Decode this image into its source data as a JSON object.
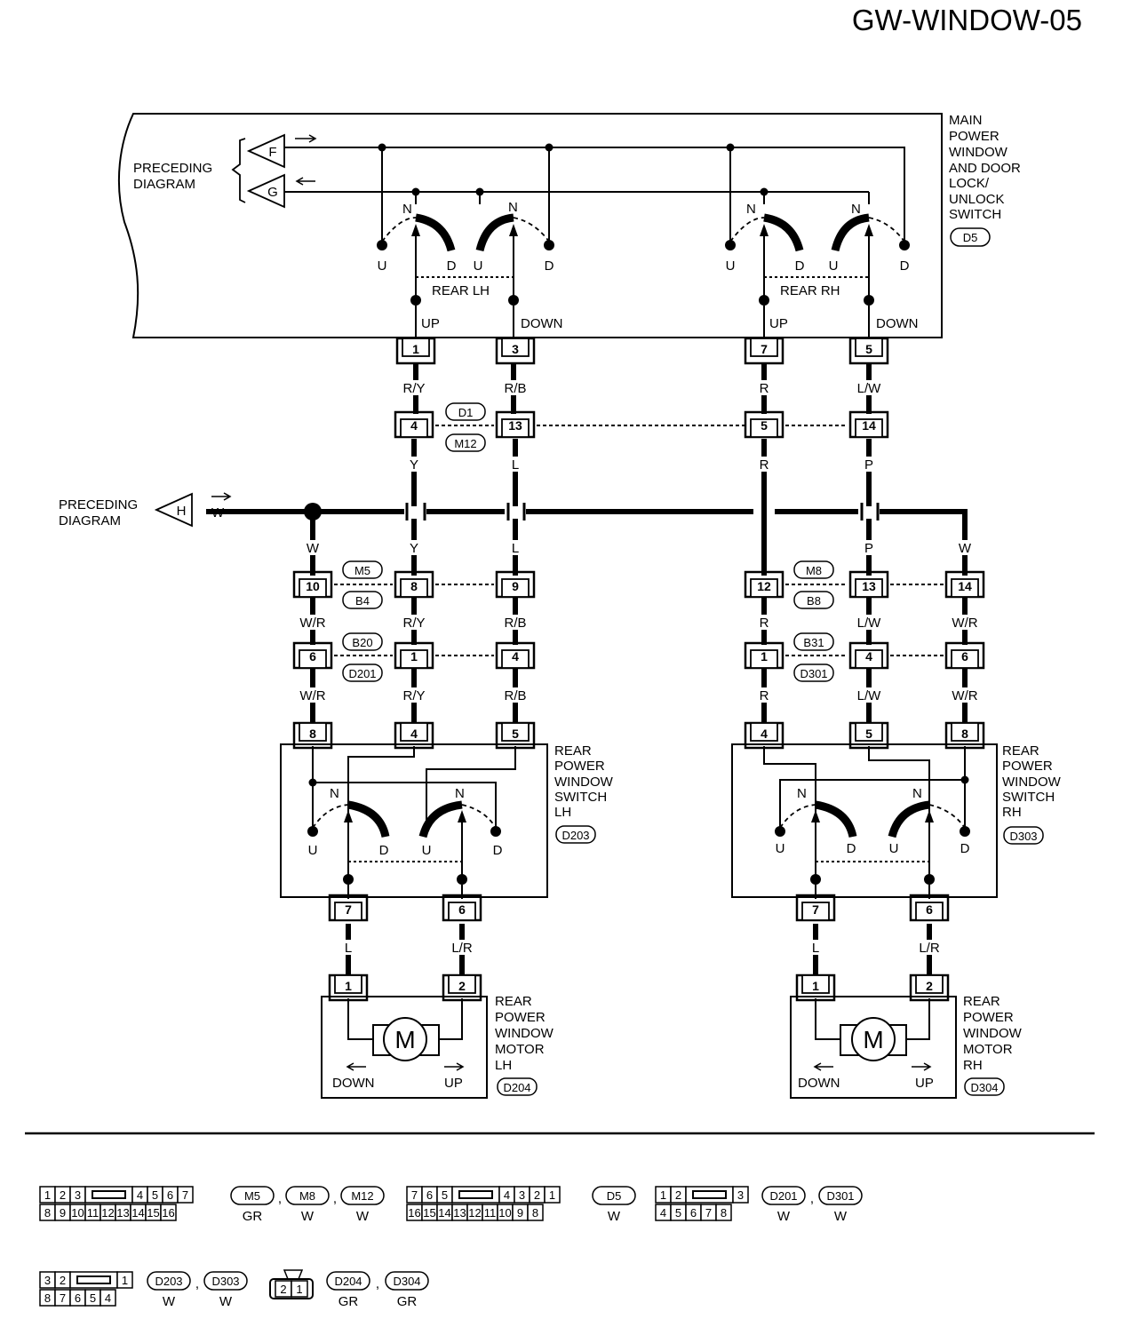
{
  "title": "GW-WINDOW-05",
  "main_switch": {
    "label": [
      "MAIN",
      "POWER",
      "WINDOW",
      "AND DOOR",
      "LOCK/",
      "UNLOCK",
      "SWITCH"
    ],
    "connector": "D5",
    "preceding": [
      "PRECEDING",
      "DIAGRAM"
    ],
    "input_f": "F",
    "input_g": "G",
    "rear_lh": "REAR LH",
    "rear_rh": "REAR RH",
    "n": "N",
    "u": "U",
    "d": "D",
    "up": "UP",
    "down": "DOWN",
    "pins": [
      "1",
      "3",
      "7",
      "5"
    ]
  },
  "wires_main": [
    "R/Y",
    "R/B",
    "R",
    "L/W"
  ],
  "joint1": {
    "pins": [
      "4",
      "13",
      "5",
      "14"
    ],
    "conn_top": "D1",
    "conn_bottom": "M12",
    "wires_below": [
      "Y",
      "L",
      "R",
      "P"
    ]
  },
  "bus": {
    "preceding": [
      "PRECEDING",
      "DIAGRAM"
    ],
    "input_h": "H",
    "wire": "W"
  },
  "wires_drop": [
    "W",
    "Y",
    "L",
    "P",
    "W"
  ],
  "joint2": {
    "lh_pins": [
      "10",
      "8",
      "9"
    ],
    "lh_top": "M5",
    "lh_bottom": "B4",
    "rh_pins": [
      "12",
      "13",
      "14"
    ],
    "rh_top": "M8",
    "rh_bottom": "B8",
    "lh_wires": [
      "W/R",
      "R/Y",
      "R/B"
    ],
    "rh_wires": [
      "R",
      "L/W",
      "W/R"
    ]
  },
  "joint3": {
    "lh_pins": [
      "6",
      "1",
      "4"
    ],
    "lh_top": "B20",
    "lh_bottom": "D201",
    "rh_pins": [
      "1",
      "4",
      "6"
    ],
    "rh_top": "B31",
    "rh_bottom": "D301",
    "lh_wires": [
      "W/R",
      "R/Y",
      "R/B"
    ],
    "rh_wires": [
      "R",
      "L/W",
      "W/R"
    ]
  },
  "rear_switch_lh": {
    "label": [
      "REAR",
      "POWER",
      "WINDOW",
      "SWITCH",
      "LH"
    ],
    "connector": "D203",
    "top_pins": [
      "8",
      "4",
      "5"
    ],
    "bottom_pins": [
      "7",
      "6"
    ],
    "wires_out": [
      "L",
      "L/R"
    ]
  },
  "rear_switch_rh": {
    "label": [
      "REAR",
      "POWER",
      "WINDOW",
      "SWITCH",
      "RH"
    ],
    "connector": "D303",
    "top_pins": [
      "4",
      "5",
      "8"
    ],
    "bottom_pins": [
      "7",
      "6"
    ],
    "wires_out": [
      "L",
      "L/R"
    ]
  },
  "motor_lh": {
    "label": [
      "REAR",
      "POWER",
      "WINDOW",
      "MOTOR",
      "LH"
    ],
    "connector": "D204",
    "pins": [
      "1",
      "2"
    ],
    "motor": "M",
    "down": "DOWN",
    "up": "UP"
  },
  "motor_rh": {
    "label": [
      "REAR",
      "POWER",
      "WINDOW",
      "MOTOR",
      "RH"
    ],
    "connector": "D304",
    "pins": [
      "1",
      "2"
    ],
    "motor": "M",
    "down": "DOWN",
    "up": "UP"
  },
  "connector_legend": [
    {
      "top": [
        "1",
        "2",
        "3",
        "",
        "4",
        "5",
        "6",
        "7"
      ],
      "bottom": [
        "8",
        "9",
        "10",
        "11",
        "12",
        "13",
        "14",
        "15",
        "16"
      ],
      "refs": [
        {
          "name": "M5",
          "color": "GR"
        },
        {
          "name": "M8",
          "color": "W"
        },
        {
          "name": "M12",
          "color": "W"
        }
      ]
    },
    {
      "top": [
        "7",
        "6",
        "5",
        "",
        "4",
        "3",
        "2",
        "1"
      ],
      "bottom": [
        "16",
        "15",
        "14",
        "13",
        "12",
        "11",
        "10",
        "9",
        "8"
      ],
      "refs": [
        {
          "name": "D5",
          "color": "W"
        }
      ]
    },
    {
      "top": [
        "1",
        "2",
        "",
        "3"
      ],
      "bottom": [
        "4",
        "5",
        "6",
        "7",
        "8"
      ],
      "refs": [
        {
          "name": "D201",
          "color": "W"
        },
        {
          "name": "D301",
          "color": "W"
        }
      ]
    },
    {
      "top": [
        "3",
        "2",
        "",
        "1"
      ],
      "bottom": [
        "8",
        "7",
        "6",
        "5",
        "4"
      ],
      "refs": [
        {
          "name": "D203",
          "color": "W"
        },
        {
          "name": "D303",
          "color": "W"
        }
      ]
    },
    {
      "top": [],
      "bottom": [
        "2",
        "1"
      ],
      "refs": [
        {
          "name": "D204",
          "color": "GR"
        },
        {
          "name": "D304",
          "color": "GR"
        }
      ]
    }
  ],
  "separator": ","
}
